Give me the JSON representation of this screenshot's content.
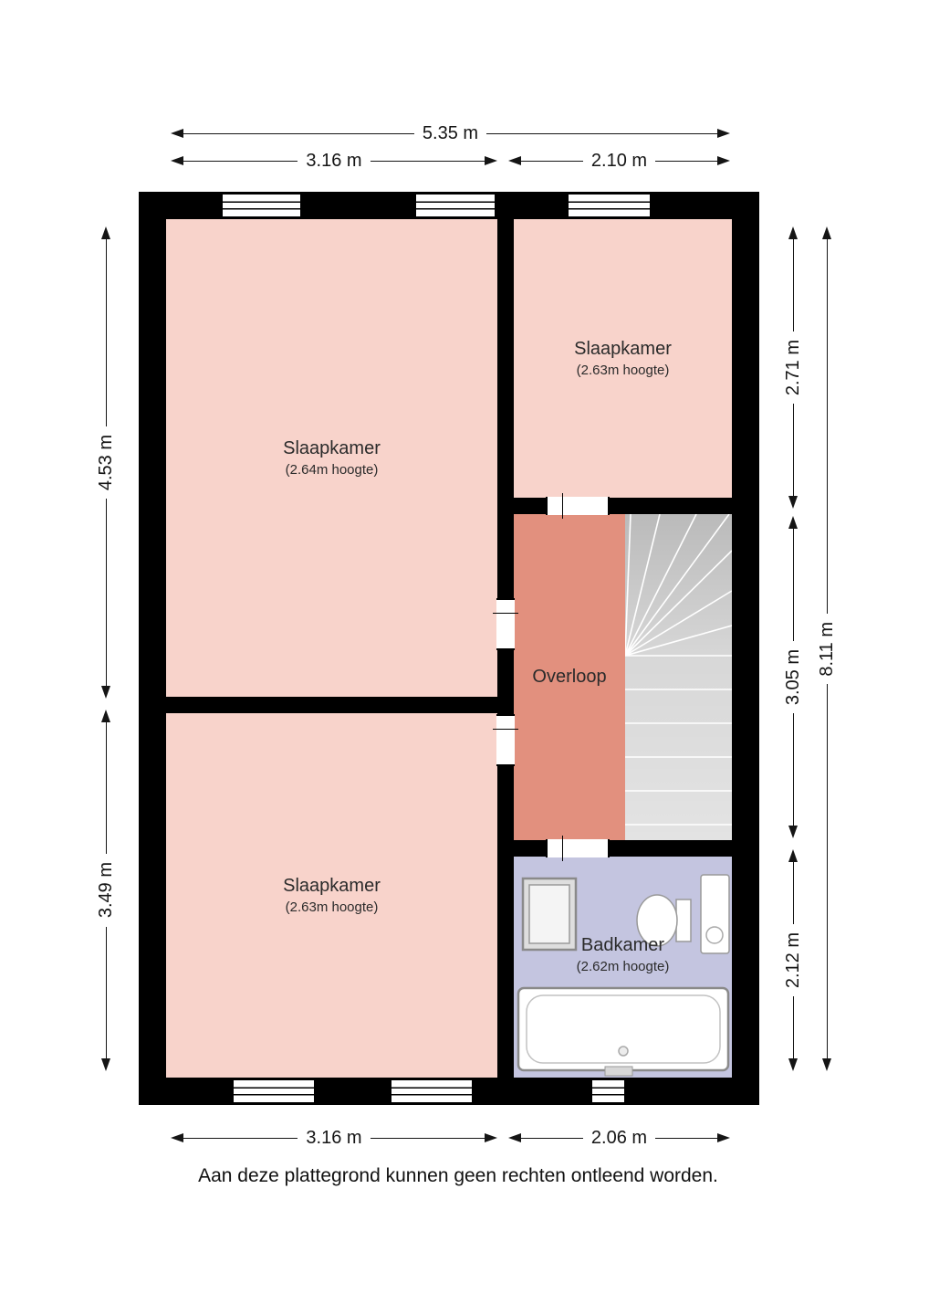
{
  "plan": {
    "rooms": {
      "bedroom_large": {
        "name": "Slaapkamer",
        "note": "(2.64m hoogte)"
      },
      "bedroom_top_right": {
        "name": "Slaapkamer",
        "note": "(2.63m hoogte)"
      },
      "landing": {
        "name": "Overloop"
      },
      "bedroom_bottom": {
        "name": "Slaapkamer",
        "note": "(2.63m hoogte)"
      },
      "bathroom": {
        "name": "Badkamer",
        "note": "(2.62m hoogte)"
      }
    },
    "dimensions": {
      "top_total": "5.35 m",
      "top_left": "3.16 m",
      "top_right": "2.10 m",
      "left_upper": "4.53 m",
      "left_lower": "3.49 m",
      "right_upper": "2.71 m",
      "right_middle": "3.05 m",
      "right_lower": "2.12 m",
      "right_total": "8.11 m",
      "bottom_left": "3.16 m",
      "bottom_right": "2.06 m"
    },
    "disclaimer": "Aan deze plattegrond kunnen geen rechten ontleend worden.",
    "colors": {
      "wall": "#000000",
      "room": "#f8d3cb",
      "landing": "#e2907e",
      "bathroom": "#c4c5e0",
      "stairs": "#e3e3e3"
    }
  }
}
